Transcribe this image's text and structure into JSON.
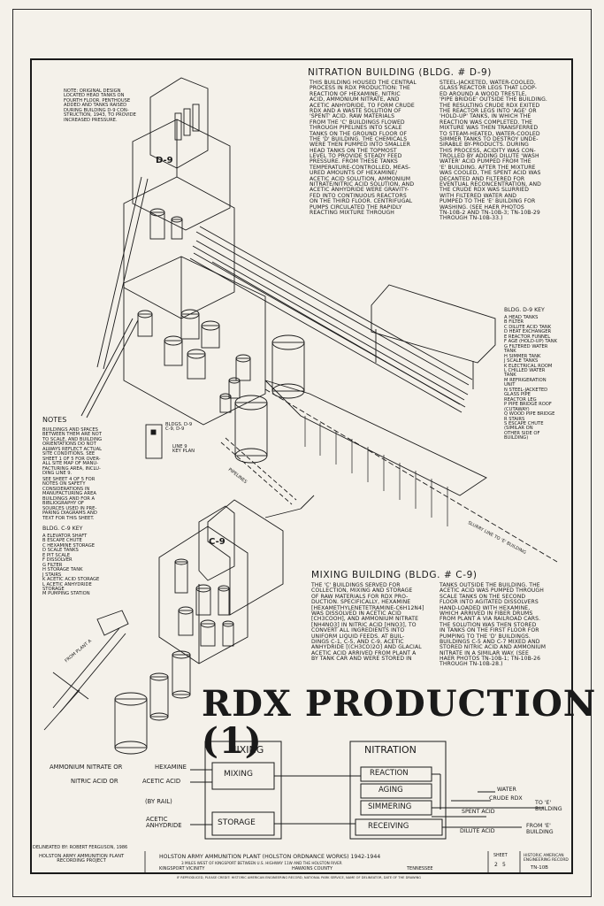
{
  "drawing": {
    "main_title": "RDX PRODUCTION (1)",
    "sheet_number": "2",
    "sheet_of": "5",
    "sheet_label": "SHEET"
  },
  "nitration_section": {
    "heading": "NITRATION BUILDING (BLDG. # D-9)",
    "col1": "THIS BUILDING HOUSED THE CENTRAL\nPROCESS IN RDX PRODUCTION: THE\nREACTION OF HEXAMINE, NITRIC\nACID, AMMONIUM NITRATE, AND\nACETIC ANHYDRIDE, TO FORM CRUDE\nRDX AND A WASTE SOLUTION OF\n'SPENT' ACID.  RAW MATERIALS\nFROM THE 'C' BUILDINGS FLOWED\nTHROUGH PIPELINES INTO SCALE\nTANKS ON THE GROUND FLOOR OF\nTHE 'D' BUILDING. THE CHEMICALS\nWERE THEN PUMPED INTO SMALLER\nHEAD TANKS ON THE TOPMOST\nLEVEL TO PROVIDE STEADY FEED\nPRESSURE. FROM THESE TANKS\nTEMPERATURE-CONTROLLED, MEAS-\nURED AMOUNTS OF HEXAMINE/\nACETIC ACID SOLUTION, AMMONIUM\nNITRATE/NITRIC ACID SOLUTION, AND\nACETIC ANHYDRIDE WERE GRAVITY-\nFED INTO CONTINUOUS REACTORS\nON THE THIRD FLOOR. CENTRIFUGAL\nPUMPS CIRCULATED THE RAPIDLY\nREACTING MIXTURE THROUGH",
    "col2": "STEEL-JACKETED, WATER-COOLED,\nGLASS REACTOR LEGS THAT LOOP-\nED AROUND A WOOD TRESTLE,\n'PIPE BRIDGE' OUTSIDE THE BUILDING.\nTHE RESULTING CRUDE RDX EXITED\nTHE REACTOR LEGS INTO 'AGE' OR\n'HOLD-UP' TANKS, IN WHICH THE\nREACTION WAS COMPLETED. THE\nMIXTURE WAS THEN TRANSFERRED\nTO STEAM-HEATED, WATER-COOLED\nSIMMER TANKS TO DESTROY UNDE-\nSIRABLE BY-PRODUCTS. DURING\nTHIS PROCESS, ACIDITY WAS CON-\nTROLLED BY ADDING DILUTE 'WASH\nWATER' ACID PUMPED FROM THE\n'E' BUILDING. AFTER THE MIXTURE\nWAS COOLED, THE SPENT ACID WAS\nDECANTED AND FILTERED FOR\nEVENTUAL RECONCENTRATION, AND\nTHE CRUDE RDX WAS SLURRIED\nWITH FILTERED WATER AND\nPUMPED TO THE 'E' BUILDING FOR\nWASHING. (SEE HAER PHOTOS\nTN-10B-2 AND TN-10B-3; TN-10B-29\nTHROUGH TN-10B-33.)"
  },
  "mixing_section": {
    "heading": "MIXING BUILDING (BLDG. # C-9)",
    "col1": "THE 'C' BUILDINGS SERVED FOR\nCOLLECTION, MIXING AND STORAGE\nOF RAW MATERIALS FOR RDX PRO-\nDUCTION. SPECIFICALLY, HEXAMINE\n[HEXAMETHYLENETETRAMINE-C6H12N4]\nWAS DISSOLVED IN ACETIC ACID\n[CH3COOH], AND AMMONIUM NITRATE\n[NH4NO3] IN NITRIC ACID [HNO3], TO\nCONVERT ALL INGREDIENTS INTO\nUNIFORM LIQUID FEEDS. AT BUIL-\nDINGS C-1, C-5, AND C-9, ACETIC\nANHYDRIDE [(CH3CO)2O] AND GLACIAL\nACETIC ACID ARRIVED FROM PLANT A\nBY TANK CAR AND WERE STORED IN",
    "col2": "TANKS OUTSIDE THE BUILDING. THE\nACETIC ACID WAS PUMPED THROUGH\nSCALE TANKS ON THE SECOND\nFLOOR INTO AGITATED DISSOLVERS\nHAND-LOADED WITH HEXAMINE,\nWHICH ARRIVED IN FIBER DRUMS\nFROM PLANT A VIA RAILROAD CARS.\nTHE SOLUTION WAS THEN STORED\nIN TANKS ON THE FIRST FLOOR FOR\nPUMPING TO THE 'D' BUILDINGS.\nBUILDINGS C-5 AND C-7 MIXED AND\nSTORED NITRIC ACID AND AMMONIUM\nNITRATE IN A SIMILAR WAY. (SEE\nHAER PHOTOS TN-10B-1; TN-10B-26\nTHROUGH TN-10B-28.)"
  },
  "top_note": "NOTE: ORIGINAL DESIGN\nLOCATED HEAD TANKS ON\nFOURTH FLOOR. PENTHOUSE\nADDED AND TANKS RAISED\nDURING BUILDING D-9 CON-\nSTRUCTION, 1943, TO PROVIDE\nINCREASED PRESSURE.",
  "notes": {
    "title": "NOTES",
    "body1": "BUILDINGS AND SPACES\nBETWEEN THEM ARE NOT\nTO SCALE, AND BUILDING\nORIENTATIONS DO NOT\nALWAYS REFLECT ACTUAL\nSITE CONDITIONS. SEE\nSHEET 1 OF 5 FOR OVER-\nALL SITE MAP OF MANU-\nFACTURING AREA, INCLU-\nDING LINE 9.",
    "body2": "SEE SHEET 4 OF 5 FOR\nNOTES ON SAFETY\nCONSIDERATIONS IN\nMANUFACTURING AREA\nBUILDINGS AND FOR A\nBIBLIOGRAPHY OF\nSOURCES USED IN PRE-\nPARING DIAGRAMS AND\nTEXT FOR THIS SHEET."
  },
  "key_plan": {
    "label": "LINE 9\nKEY PLAN",
    "bldg_label": "BLDGS. D-9\nC-9, D-9"
  },
  "d9_key": {
    "title": "BLDG. D-9 KEY",
    "items": [
      "A  HEAD TANKS",
      "B  FILTER",
      "C  DILUTE ACID TANK",
      "D  HEAT EXCHANGER",
      "E  REACTOR FUNNEL",
      "F  AGE (HOLD-UP) TANK",
      "G  FILTERED WATER\n   TANK",
      "H  SIMMER TANK",
      "J  SCALE TANKS",
      "K  ELECTRICAL ROOM",
      "L  CHILLED WATER\n   TANK",
      "M  REFRIGERATION\n   UNIT",
      "N  STEEL-JACKETED\n   GLASS PIPE\n   REACTOR LEG",
      "P  PIPE BRIDGE ROOF\n   (CUTAWAY)",
      "Q  WOOD PIPE BRIDGE",
      "R  STAIRS",
      "S  ESCAPE CHUTE\n   (SIMILAR ON\n   OTHER SIDE OF\n   BUILDING)"
    ]
  },
  "c9_key": {
    "title": "BLDG. C-9 KEY",
    "items": [
      "A  ELEVATOR SHAFT",
      "B  ESCAPE CHUTE",
      "C  HEXAMINE STORAGE",
      "D  SCALE TANKS",
      "E  PIT SCALE",
      "F  DISSOLVER",
      "G  FILTER",
      "H  STORAGE TANK",
      "J  STAIRS",
      "K  ACETIC ACID STORAGE",
      "L  ACETIC ANHYDRIDE\n   STORAGE",
      "M  PUMPING STATION"
    ]
  },
  "drawing_labels": {
    "d9": "D-9",
    "c9": "C-9",
    "pipelines": "PIPELINES",
    "from_plant_a": "FROM PLANT A",
    "slurry_line": "SLURRY LINE TO 'E' BUILDING"
  },
  "flow": {
    "mixing_header": "MIXING",
    "nitration_header": "NITRATION",
    "mixing_box": "MIXING",
    "storage_box": "STORAGE",
    "reaction_box": "REACTION",
    "aging_box": "AGING",
    "simmering_box": "SIMMERING",
    "receiving_box": "RECEIVING",
    "in_ammonium": "AMMONIUM NITRATE OR",
    "in_hexamine": "HEXAMINE",
    "in_nitric": "NITRIC ACID OR",
    "in_acetic": "ACETIC ACID",
    "by_rail": "(BY RAIL)",
    "in_anhydride": "ACETIC\nANHYDRIDE",
    "out_water": "WATER",
    "out_crude": "CRUDE RDX",
    "out_to_e": "TO 'E'\nBUILDING",
    "out_spent": "SPENT ACID",
    "in_dilute": "DILUTE ACID",
    "from_e": "FROM 'E'\nBUILDING"
  },
  "title_block": {
    "delineated": "DELINEATED BY:  ROBERT FERGUSON, 1986",
    "project": "HOLSTON ARMY AMMUNITION PLANT\nRECORDING PROJECT",
    "main": "HOLSTON ARMY AMMUNITION PLANT (HOLSTON ORDNANCE WORKS) 1942-1944",
    "location": "3 MILES WEST OF KINGSPORT BETWEEN U.S. HIGHWAY 11W AND THE HOLSTON RIVER",
    "vicinity": "KINGSPORT VICINITY",
    "county": "HAWKINS COUNTY",
    "state": "TENNESSEE",
    "haer": "HISTORIC AMERICAN\nENGINEERING RECORD",
    "haer_no": "TN-10B",
    "footer": "IF REPRODUCED, PLEASE CREDIT: HISTORIC AMERICAN ENGINEERING RECORD, NATIONAL PARK SERVICE, NAME OF DELINEATOR, DATE OF THE DRAWING"
  }
}
